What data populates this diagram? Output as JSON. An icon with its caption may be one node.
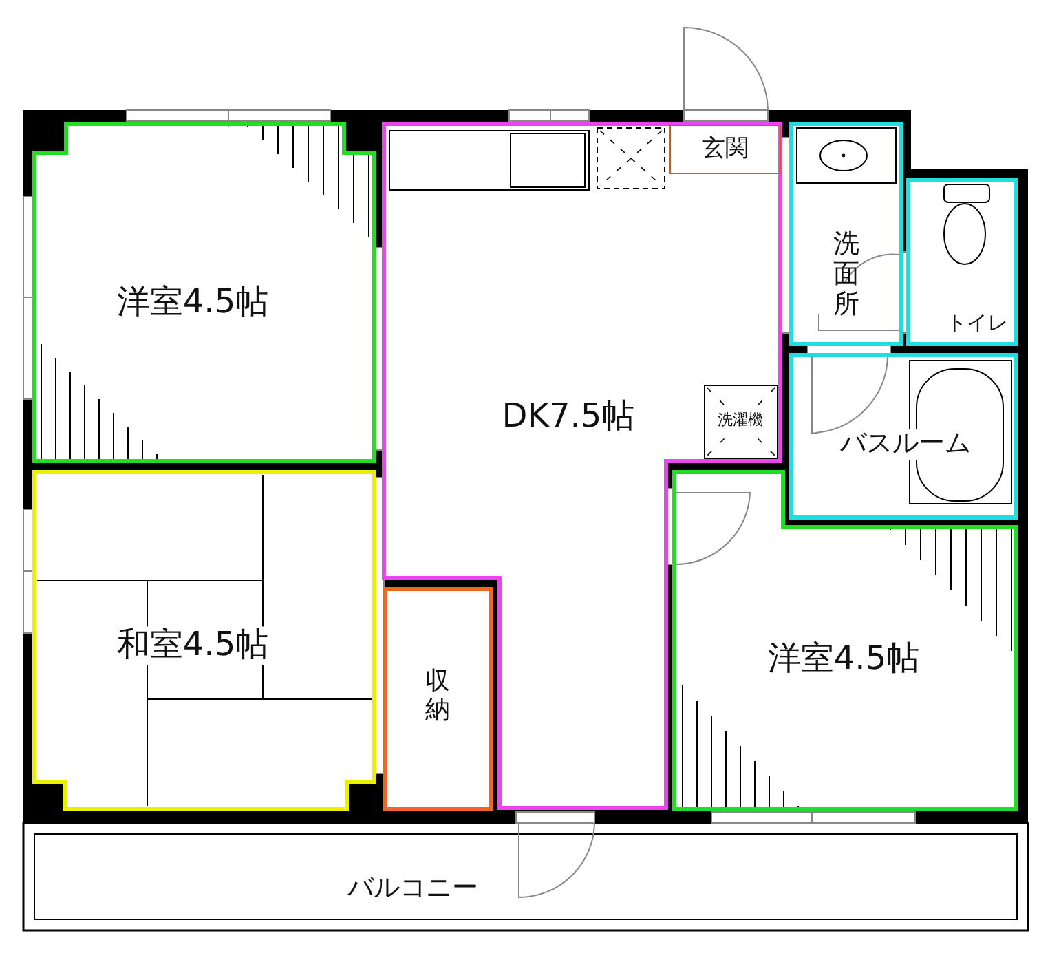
{
  "diagram": {
    "nodes": [
      {
        "text": [
          "洋室4.5帖"
        ]
      },
      {
        "text": [
          "玄関"
        ],
        "in": 4
      },
      {
        "text": [
          "洗面所"
        ]
      },
      {
        "text": [
          "トイレ"
        ]
      },
      {
        "text": [
          "DK7.5帖"
        ]
      },
      {
        "text": [
          "洗濯機"
        ],
        "in": 4
      },
      {
        "text": [
          "バスルーム"
        ]
      },
      {
        "text": [
          "和室4.5帖"
        ]
      },
      {
        "text": [
          "収納"
        ]
      },
      {
        "text": [
          "洋室4.5帖"
        ]
      },
      {
        "text": [
          "バルコニー"
        ]
      }
    ]
  }
}
